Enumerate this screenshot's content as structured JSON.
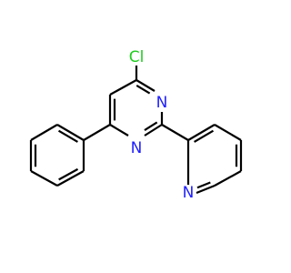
{
  "molecule": {
    "atom_labels": {
      "chlorine": "Cl",
      "pyrimidine_n3": "N",
      "pyrimidine_n1": "N",
      "pyridine_n": "N"
    },
    "colors": {
      "bond": "#000000",
      "chlorine": "#1fcc1f",
      "nitrogen": "#1f1fff"
    }
  }
}
